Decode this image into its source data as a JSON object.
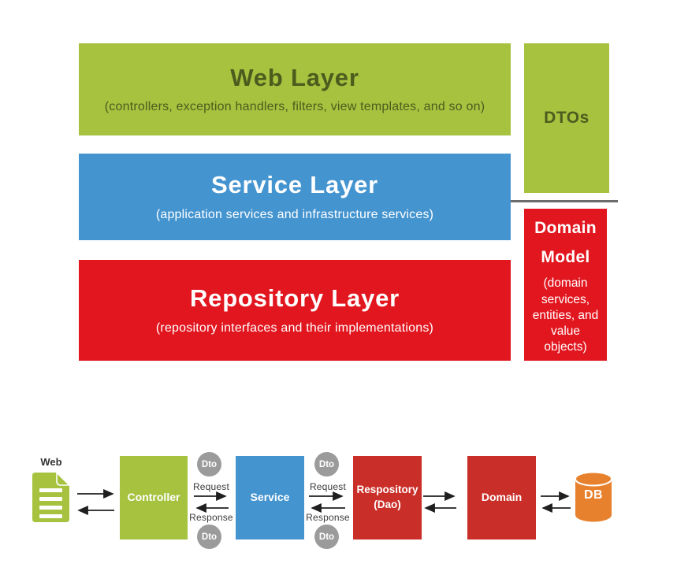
{
  "colors": {
    "layer_green": "#a6c23f",
    "layer_green_text": "#4d5c1e",
    "layer_blue": "#4494d0",
    "layer_red": "#e2161f",
    "node_red": "#ca2e28",
    "db_orange": "#e8812d",
    "dto_gray": "#9b9b9b",
    "divider_gray": "#6b6b6b",
    "arrow_black": "#1f1f1f"
  },
  "layers": {
    "web": {
      "title": "Web Layer",
      "subtitle": "(controllers, exception handlers, filters, view templates, and so on)"
    },
    "service": {
      "title": "Service Layer",
      "subtitle": "(application services and infrastructure services)"
    },
    "repository": {
      "title": "Repository Layer",
      "subtitle": "(repository interfaces and their implementations)"
    },
    "dtos": {
      "label": "DTOs"
    },
    "domain_model": {
      "title": "Domain Model",
      "subtitle": "(domain services, entities, and value objects)"
    }
  },
  "flow": {
    "web_label": "Web",
    "controller_label": "Controller",
    "service_label": "Service",
    "repository_label_line1": "Respository",
    "repository_label_line2": "(Dao)",
    "domain_label": "Domain",
    "db_label": "DB",
    "dto_label": "Dto",
    "request_label": "Request",
    "response_label": "Response"
  }
}
